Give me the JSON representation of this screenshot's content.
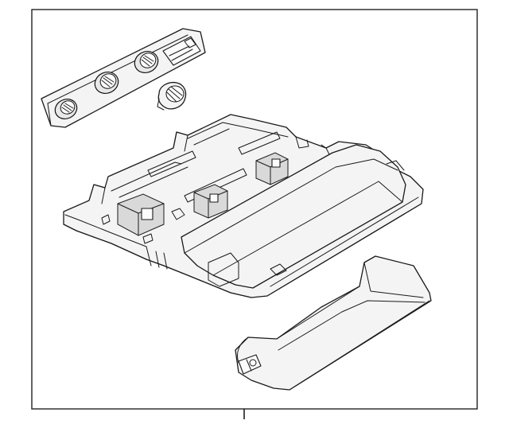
{
  "figure": {
    "background": "#ffffff",
    "line_color": "#1a1a1a",
    "parts": [
      {
        "name": "switch-panel-with-three-knobs"
      },
      {
        "name": "single-knob"
      },
      {
        "name": "overhead-console-housing"
      },
      {
        "name": "sunglass-holder-lid"
      }
    ]
  }
}
